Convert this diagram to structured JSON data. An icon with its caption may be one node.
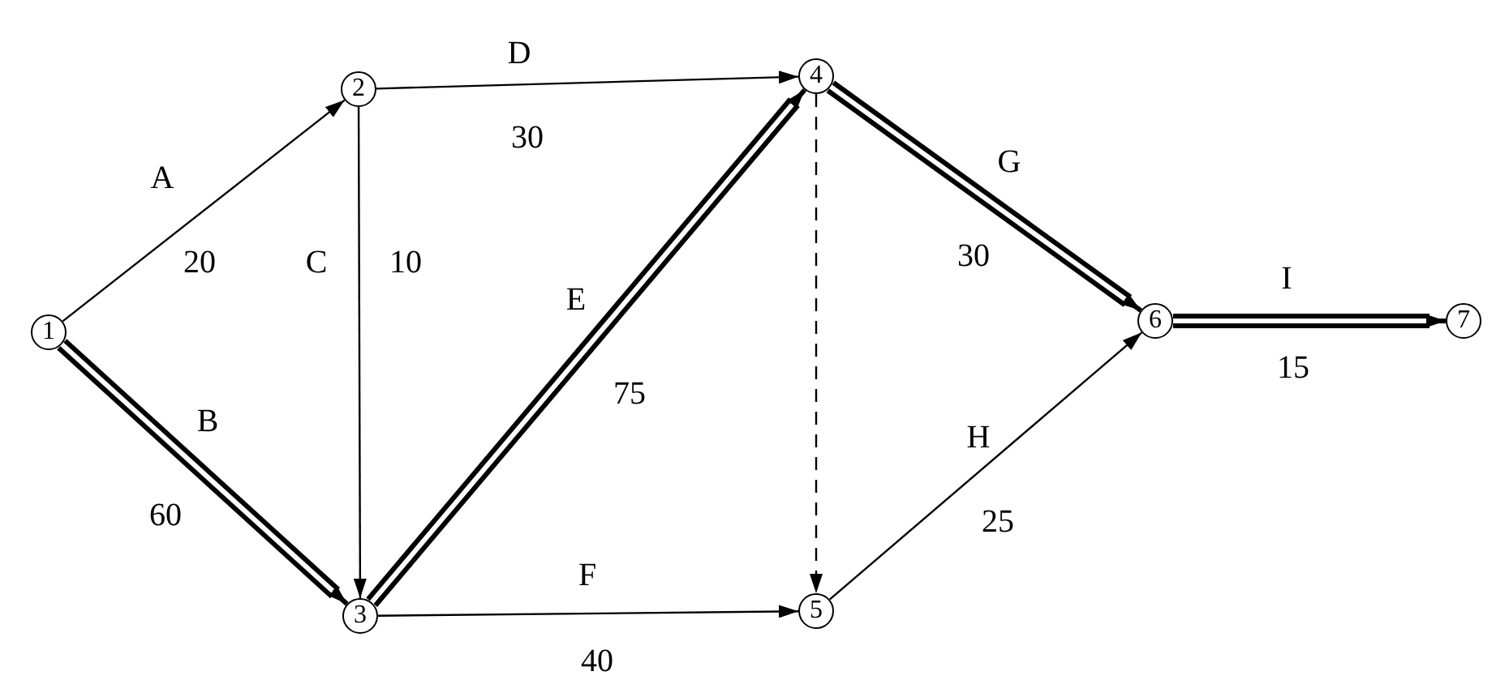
{
  "diagram": {
    "nodes": [
      {
        "text": [
          "1"
        ]
      },
      {
        "text": [
          "2"
        ]
      },
      {
        "text": [
          "3"
        ]
      },
      {
        "text": [
          "4"
        ]
      },
      {
        "text": [
          "5"
        ]
      },
      {
        "text": [
          "6"
        ]
      },
      {
        "text": [
          "7"
        ]
      }
    ],
    "edges": [
      {
        "from": 0,
        "to": 1,
        "arrow": "to",
        "label": "A"
      },
      {
        "from": 0,
        "to": 2,
        "arrow": "to",
        "label": "B",
        "style": "thick"
      },
      {
        "from": 1,
        "to": 2,
        "arrow": "to",
        "label": "C"
      },
      {
        "from": 1,
        "to": 3,
        "arrow": "to",
        "label": "D"
      },
      {
        "from": 2,
        "to": 3,
        "arrow": "to",
        "label": "E",
        "style": "thick"
      },
      {
        "from": 2,
        "to": 4,
        "arrow": "to",
        "label": "F"
      },
      {
        "from": 3,
        "to": 4,
        "arrow": "to",
        "style": "dashed"
      },
      {
        "from": 3,
        "to": 5,
        "arrow": "to",
        "label": "G",
        "style": "thick"
      },
      {
        "from": 4,
        "to": 5,
        "arrow": "to",
        "label": "H"
      },
      {
        "from": 5,
        "to": 6,
        "arrow": "to",
        "label": "I",
        "style": "thick"
      }
    ],
    "labels": [
      "20",
      "60",
      "10",
      "30",
      "75",
      "40",
      "30",
      "25",
      "15"
    ]
  }
}
